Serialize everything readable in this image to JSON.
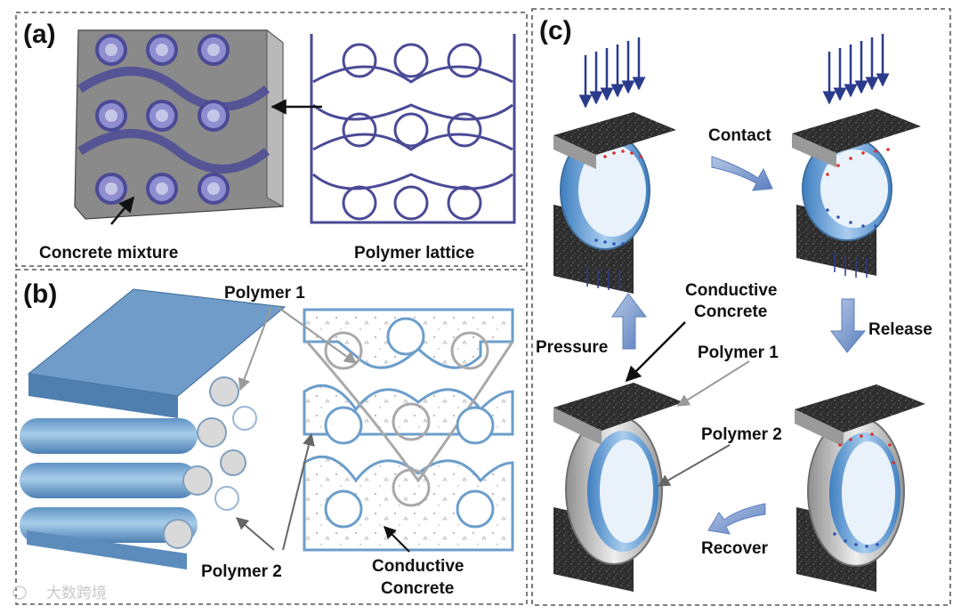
{
  "panels": {
    "a": {
      "letter": "(a)",
      "labels": {
        "concrete_mixture": "Concrete mixture",
        "polymer_lattice": "Polymer lattice"
      }
    },
    "b": {
      "letter": "(b)",
      "labels": {
        "polymer1": "Polymer 1",
        "polymer2": "Polymer 2",
        "conductive_line1": "Conductive",
        "conductive_line2": "Concrete"
      }
    },
    "c": {
      "letter": "(c)",
      "labels": {
        "contact": "Contact",
        "release": "Release",
        "pressure": "Pressure",
        "recover": "Recover",
        "conductive_line1": "Conductive",
        "conductive_line2": "Concrete",
        "polymer1": "Polymer 1",
        "polymer2": "Polymer 2"
      }
    }
  },
  "watermark": "大数跨境",
  "colors": {
    "lattice_purple": "#4b4a96",
    "lattice_fill": "#8e8ed0",
    "gray_block": "#8a8a8a",
    "blue_block": "#6f9cc8",
    "blue_line": "#6c9ecb",
    "gray_line": "#a9a9a9",
    "concrete": "#2e2e2e",
    "arrow_blue": "#8aa6d4",
    "force_arrow": "#2b3b8c",
    "charge_red": "#d9312b",
    "charge_blue": "#2f56b0"
  }
}
